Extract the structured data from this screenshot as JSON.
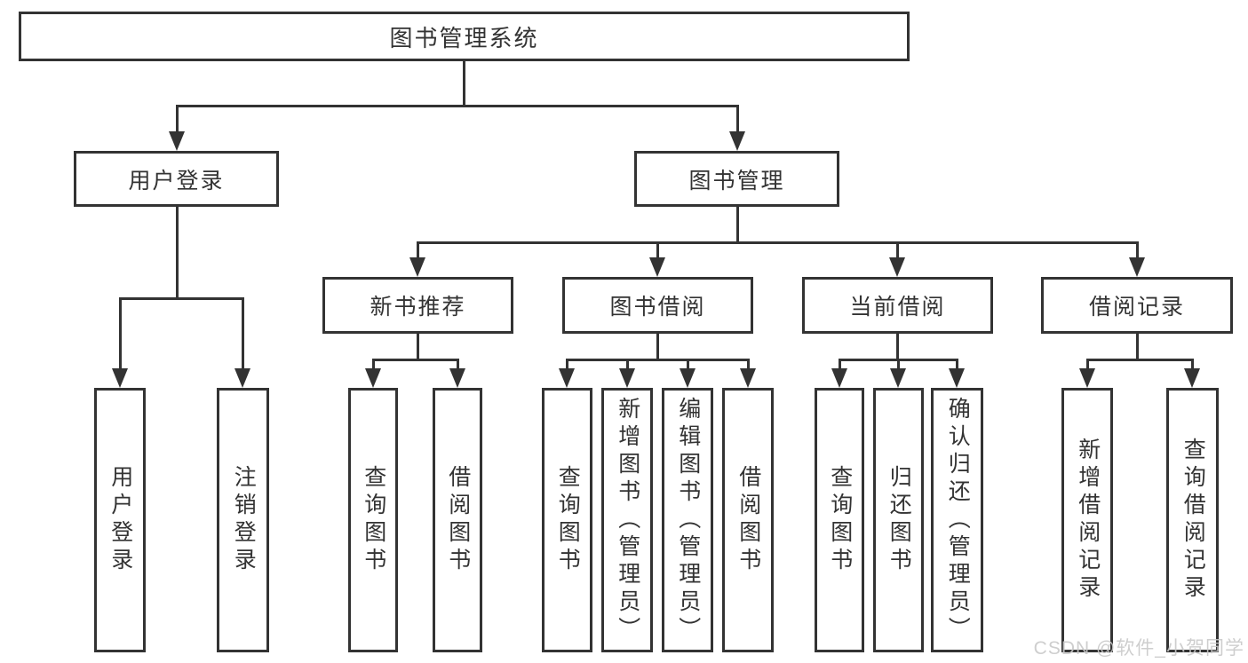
{
  "nodes": {
    "root": "图书管理系统",
    "user_login": "用户登录",
    "book_management": "图书管理",
    "new_book_recommendation": "新书推荐",
    "book_borrowing": "图书借阅",
    "current_borrowing": "当前借阅",
    "borrowing_records": "借阅记录"
  },
  "leaves": {
    "user_login": [
      "用户登录",
      "注销登录"
    ],
    "new_book_recommendation": [
      "查询图书",
      "借阅图书"
    ],
    "book_borrowing": [
      "查询图书",
      "新增图书（管理员）",
      "编辑图书（管理员）",
      "借阅图书"
    ],
    "current_borrowing": [
      "查询图书",
      "归还图书",
      "确认归还（管理员）"
    ],
    "borrowing_records": [
      "新增借阅记录",
      "查询借阅记录"
    ]
  },
  "watermark": {
    "text": "CSDN @软件_小贺同学"
  },
  "colors": {
    "line": "#333333",
    "text": "#333333",
    "background": "#ffffff",
    "watermark": "#c9c9c9"
  }
}
